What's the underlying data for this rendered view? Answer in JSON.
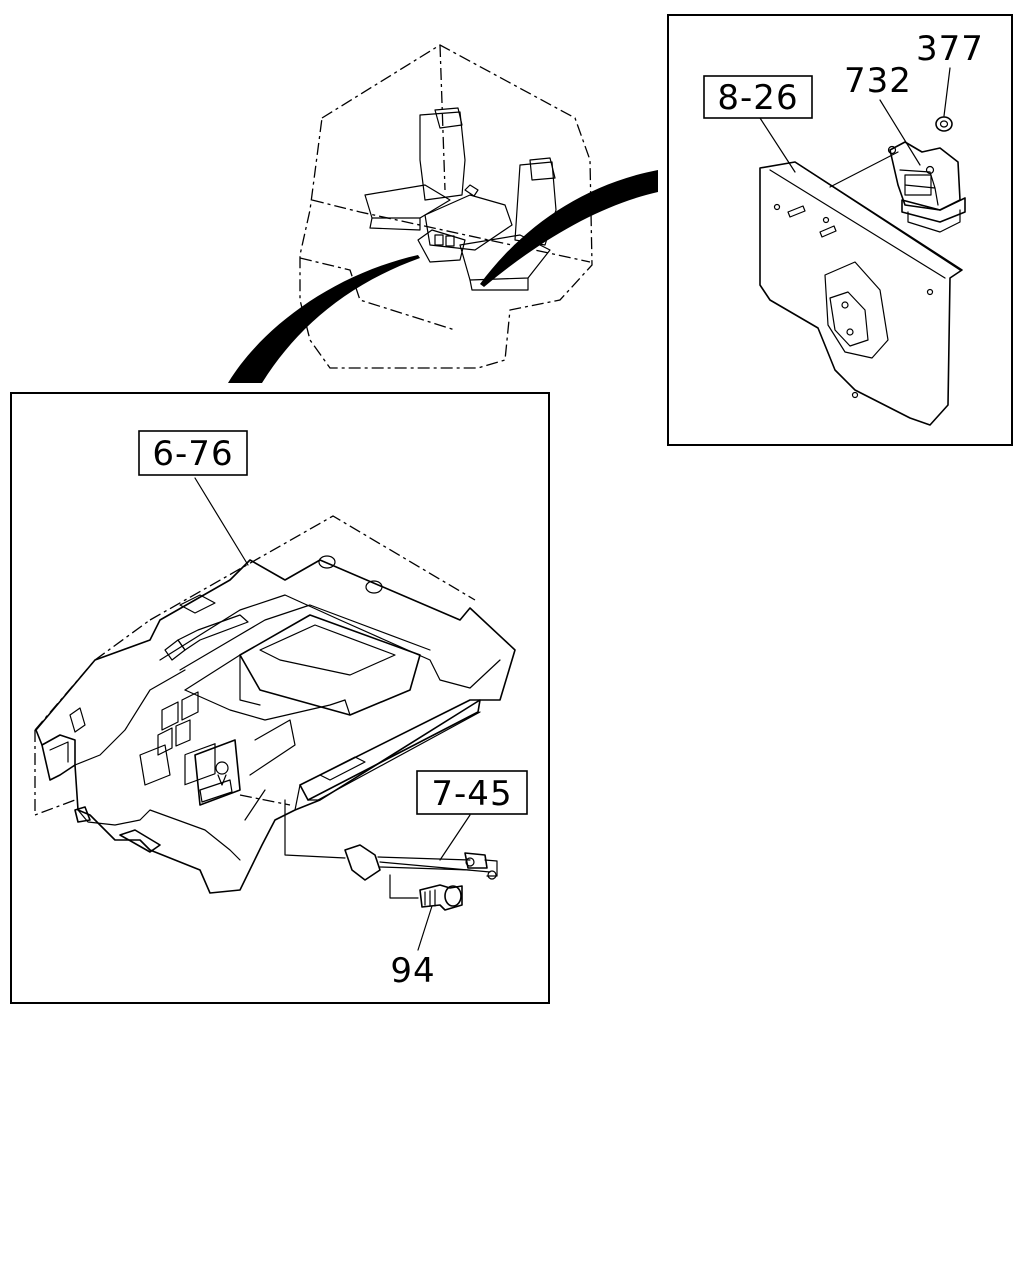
{
  "diagram": {
    "labels": {
      "tag_8_26": "8-26",
      "tag_6_76": "6-76",
      "tag_7_45": "7-45",
      "part_377": "377",
      "part_732": "732",
      "part_94": "94"
    }
  }
}
